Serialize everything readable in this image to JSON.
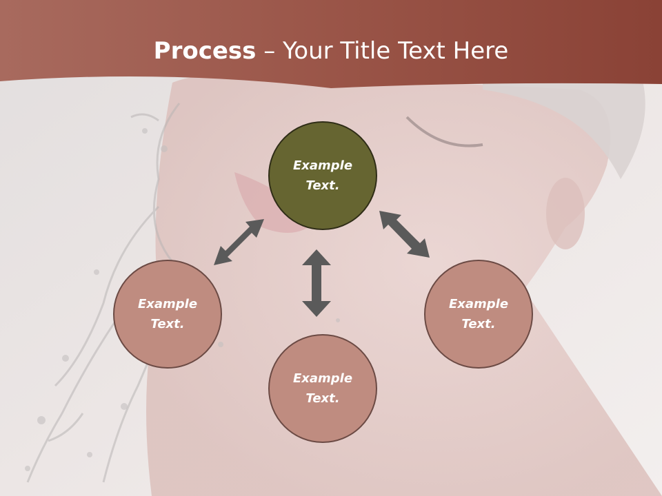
{
  "title": {
    "bold": "Process",
    "separator": " – ",
    "rest": "Your Title Text Here"
  },
  "nodes": {
    "top": {
      "line1": "Example",
      "line2": "Text."
    },
    "left": {
      "line1": "Example",
      "line2": "Text."
    },
    "bottom": {
      "line1": "Example",
      "line2": "Text."
    },
    "right": {
      "line1": "Example",
      "line2": "Text."
    }
  },
  "colors": {
    "header": "#9a5548",
    "center_node": "#666531",
    "outer_nodes": "#bf8c80",
    "arrows": "#5a5a5a"
  }
}
